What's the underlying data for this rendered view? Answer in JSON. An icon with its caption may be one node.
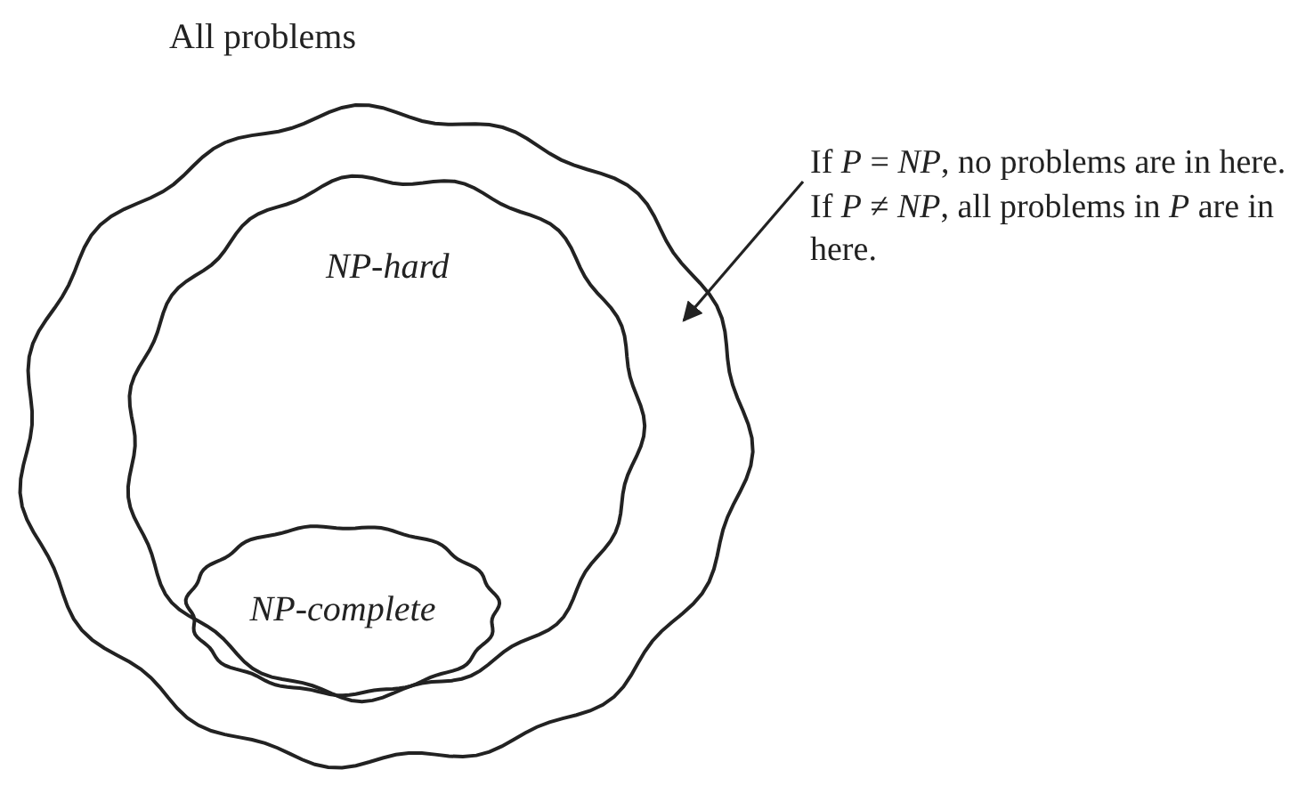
{
  "diagram": {
    "nodes": [
      {
        "text": [
          "All problems"
        ]
      },
      {
        "text": [
          "NP-hard"
        ],
        "in": 0
      },
      {
        "text": [
          "NP-complete"
        ],
        "in": 1
      },
      {
        "text": [
          "If *P* = *NP*, no problems are in here. If *P* ≠ *NP*, all problems in *P* are in here."
        ]
      }
    ],
    "edges": [
      {
        "from": 3,
        "to": 0,
        "arrow": "to"
      }
    ]
  }
}
